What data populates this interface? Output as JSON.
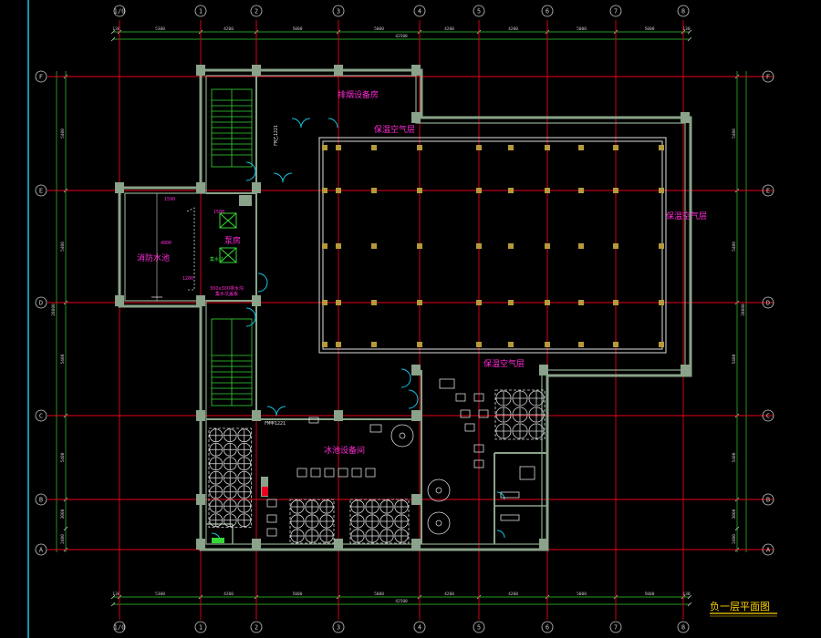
{
  "drawing": {
    "title": "负一层平面图",
    "colors": {
      "background": "#000000",
      "axis": "#e8001c",
      "wall": "#8aa38a",
      "dimension": "#c8c8c8",
      "dim_green": "#2fcf2f",
      "room_label": "#ff2bd6",
      "door": "#18c7e6",
      "column": "#b59a3a",
      "title": "#ffd400",
      "stair": "#35d935",
      "equipment": "#d8d8d8"
    },
    "axis_labels_x": [
      "1/0",
      "1",
      "2",
      "3",
      "4",
      "5",
      "6",
      "7",
      "8"
    ],
    "axis_labels_y": [
      "F",
      "E",
      "D",
      "C",
      "B",
      "A"
    ],
    "dims_top": [
      "130",
      "5300",
      "4200",
      "5000",
      "5000",
      "4200",
      "4200",
      "5000",
      "5000",
      "130"
    ],
    "dims_top_total": "42500",
    "dims_bottom": [
      "130",
      "5300",
      "4200",
      "5000",
      "5000",
      "4200",
      "4200",
      "5000",
      "5000",
      "130"
    ],
    "dims_bottom_total": "42500",
    "dims_side": [
      "5400",
      "5400",
      "5400",
      "5400",
      "3000",
      "2400"
    ],
    "dims_side_total": "28000",
    "rooms": [
      {
        "key": "smoke",
        "label": "排烟设备房"
      },
      {
        "key": "air1",
        "label": "保温空气层"
      },
      {
        "key": "air2",
        "label": "保温空气层"
      },
      {
        "key": "air3",
        "label": "保温空气层"
      },
      {
        "key": "fire",
        "label": "消防水池"
      },
      {
        "key": "pump",
        "label": "泵房"
      },
      {
        "key": "ice",
        "label": "冰池设备间"
      }
    ],
    "annotations": {
      "door_tag": "FM乙1221",
      "door_tag2": "FM甲1221",
      "dim_1500": "1500",
      "dim_1590": "1590",
      "dim_4800": "4800",
      "dim_1200": "1200",
      "sump": "集水坑",
      "note_300": "300x300排水沟",
      "note_drain": "集水坑盖板"
    }
  }
}
